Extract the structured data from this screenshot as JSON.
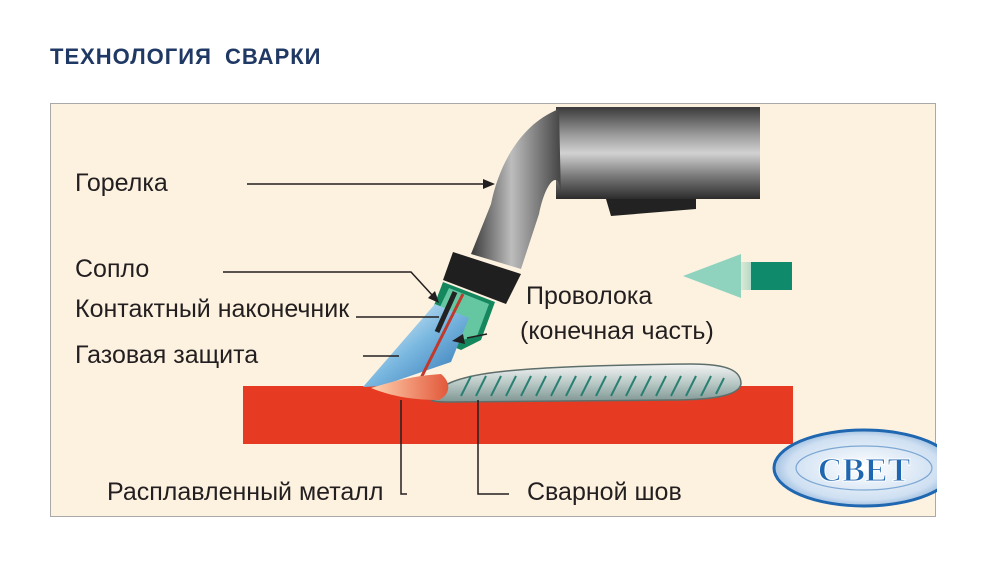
{
  "title": "ТЕХНОЛОГИЯ  СВАРКИ",
  "labels": {
    "torch": "Горелка",
    "nozzle": "Сопло",
    "contact_tip": "Контактный наконечник",
    "gas_shield": "Газовая защита",
    "wire_line1": "Проволока",
    "wire_line2": "(конечная часть)",
    "molten_metal": "Расплавленный металл",
    "weld_seam": "Сварной шов"
  },
  "logo_text": "СВЕТ",
  "colors": {
    "title": "#1f3864",
    "background": "#fdf2e0",
    "base_metal": "#e63b22",
    "direction_arrow": "#1a9273",
    "logo_blue": "#1f67b1"
  },
  "icons": {
    "direction": "travel-direction-arrow-icon"
  }
}
